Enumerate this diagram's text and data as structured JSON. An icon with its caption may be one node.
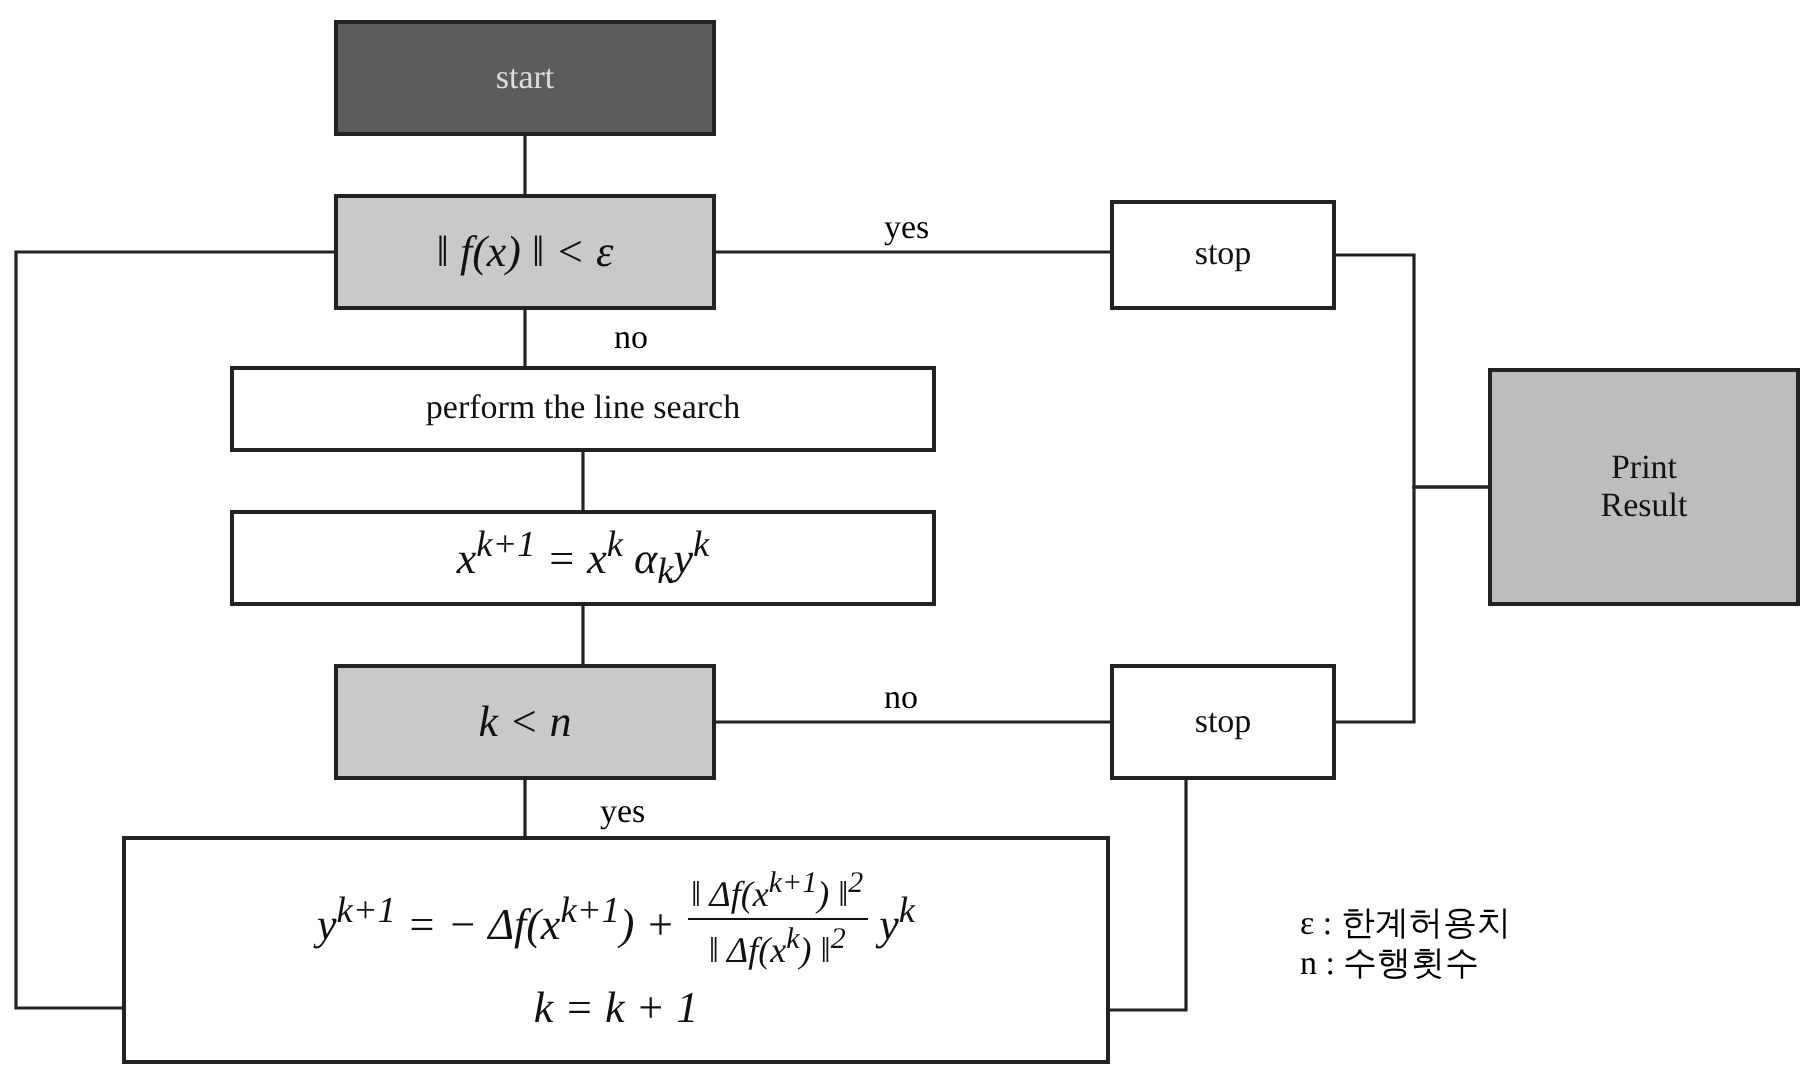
{
  "diagram": {
    "nodes": [
      {
        "text": [
          "start"
        ]
      },
      {
        "text": [
          "‖ f(x) ‖ < ε"
        ]
      },
      {
        "text": [
          "stop"
        ]
      },
      {
        "text": [
          "perform the line search"
        ]
      },
      {
        "text": [
          "x$^{k+1}$ = x$^{k}$ α$_{k}$y$^{k}$"
        ]
      },
      {
        "text": [
          "k < n"
        ]
      },
      {
        "text": [
          "stop"
        ]
      },
      {
        "text": [
          "y$^{k+1}$ = − Δf(x$^{k+1}$) +",
          "‖ Δf(x$^{k+1}$) ‖$^{2}$",
          "‖ Δf(x$^{k}$) ‖$^{2}$",
          "y$^{k}$",
          "k = k + 1"
        ]
      },
      {
        "text": [
          "Print Result"
        ]
      }
    ],
    "edges": [
      {
        "from": 0,
        "to": 1,
        "arrow": "none"
      },
      {
        "from": 1,
        "to": 2,
        "arrow": "none",
        "label": "yes"
      },
      {
        "from": 1,
        "to": 3,
        "arrow": "none",
        "label": "no"
      },
      {
        "from": 3,
        "to": 4,
        "arrow": "none"
      },
      {
        "from": 4,
        "to": 5,
        "arrow": "none"
      },
      {
        "from": 5,
        "to": 6,
        "arrow": "none",
        "label": "no"
      },
      {
        "from": 5,
        "to": 7,
        "arrow": "none",
        "label": "yes"
      },
      {
        "from": 7,
        "to": 1,
        "arrow": "none"
      },
      {
        "from": 6,
        "to": 7,
        "arrow": "none"
      },
      {
        "from": 2,
        "to": 8,
        "arrow": "none"
      },
      {
        "from": 6,
        "to": 8,
        "arrow": "none"
      }
    ],
    "labels": [
      "ε : 한계허용치",
      "n : 수행횟수"
    ]
  }
}
